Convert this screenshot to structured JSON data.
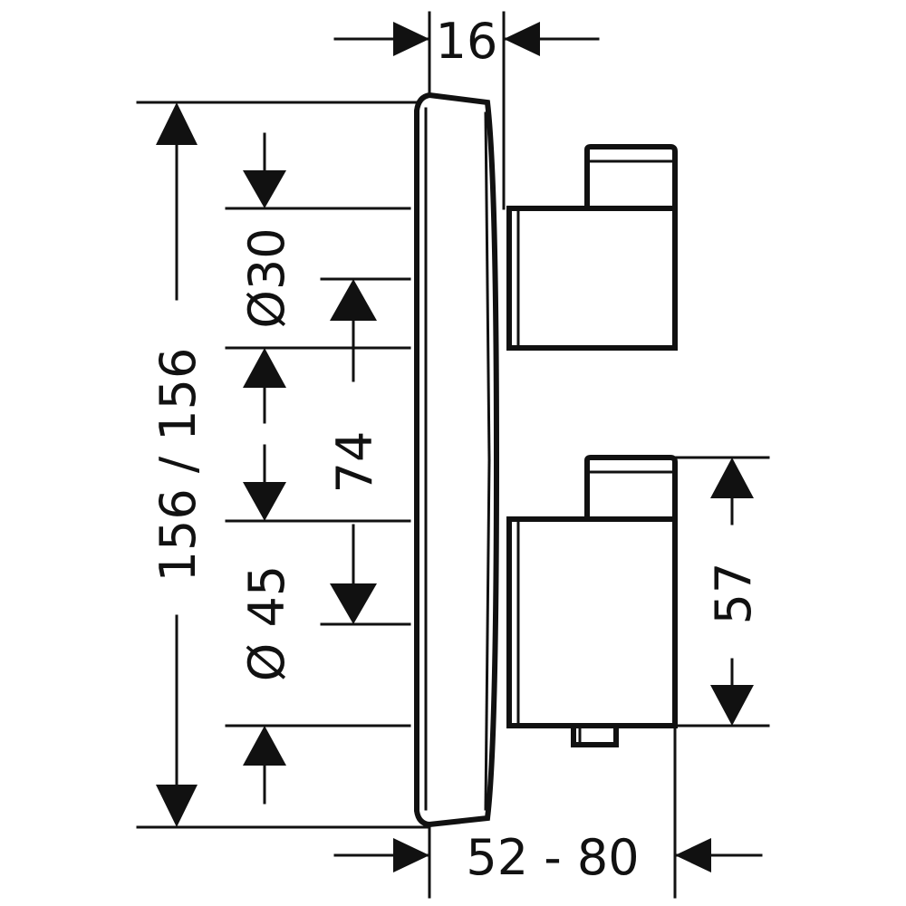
{
  "drawing": {
    "line_color": "#111111",
    "background_color": "#ffffff",
    "dimensions": {
      "depth_top": "16",
      "total_height": "156 / 156",
      "dia_top": "Ø30",
      "center_distance": "74",
      "dia_bottom": "Ø 45",
      "handle_height": "57",
      "depth_range": "52 - 80"
    }
  }
}
